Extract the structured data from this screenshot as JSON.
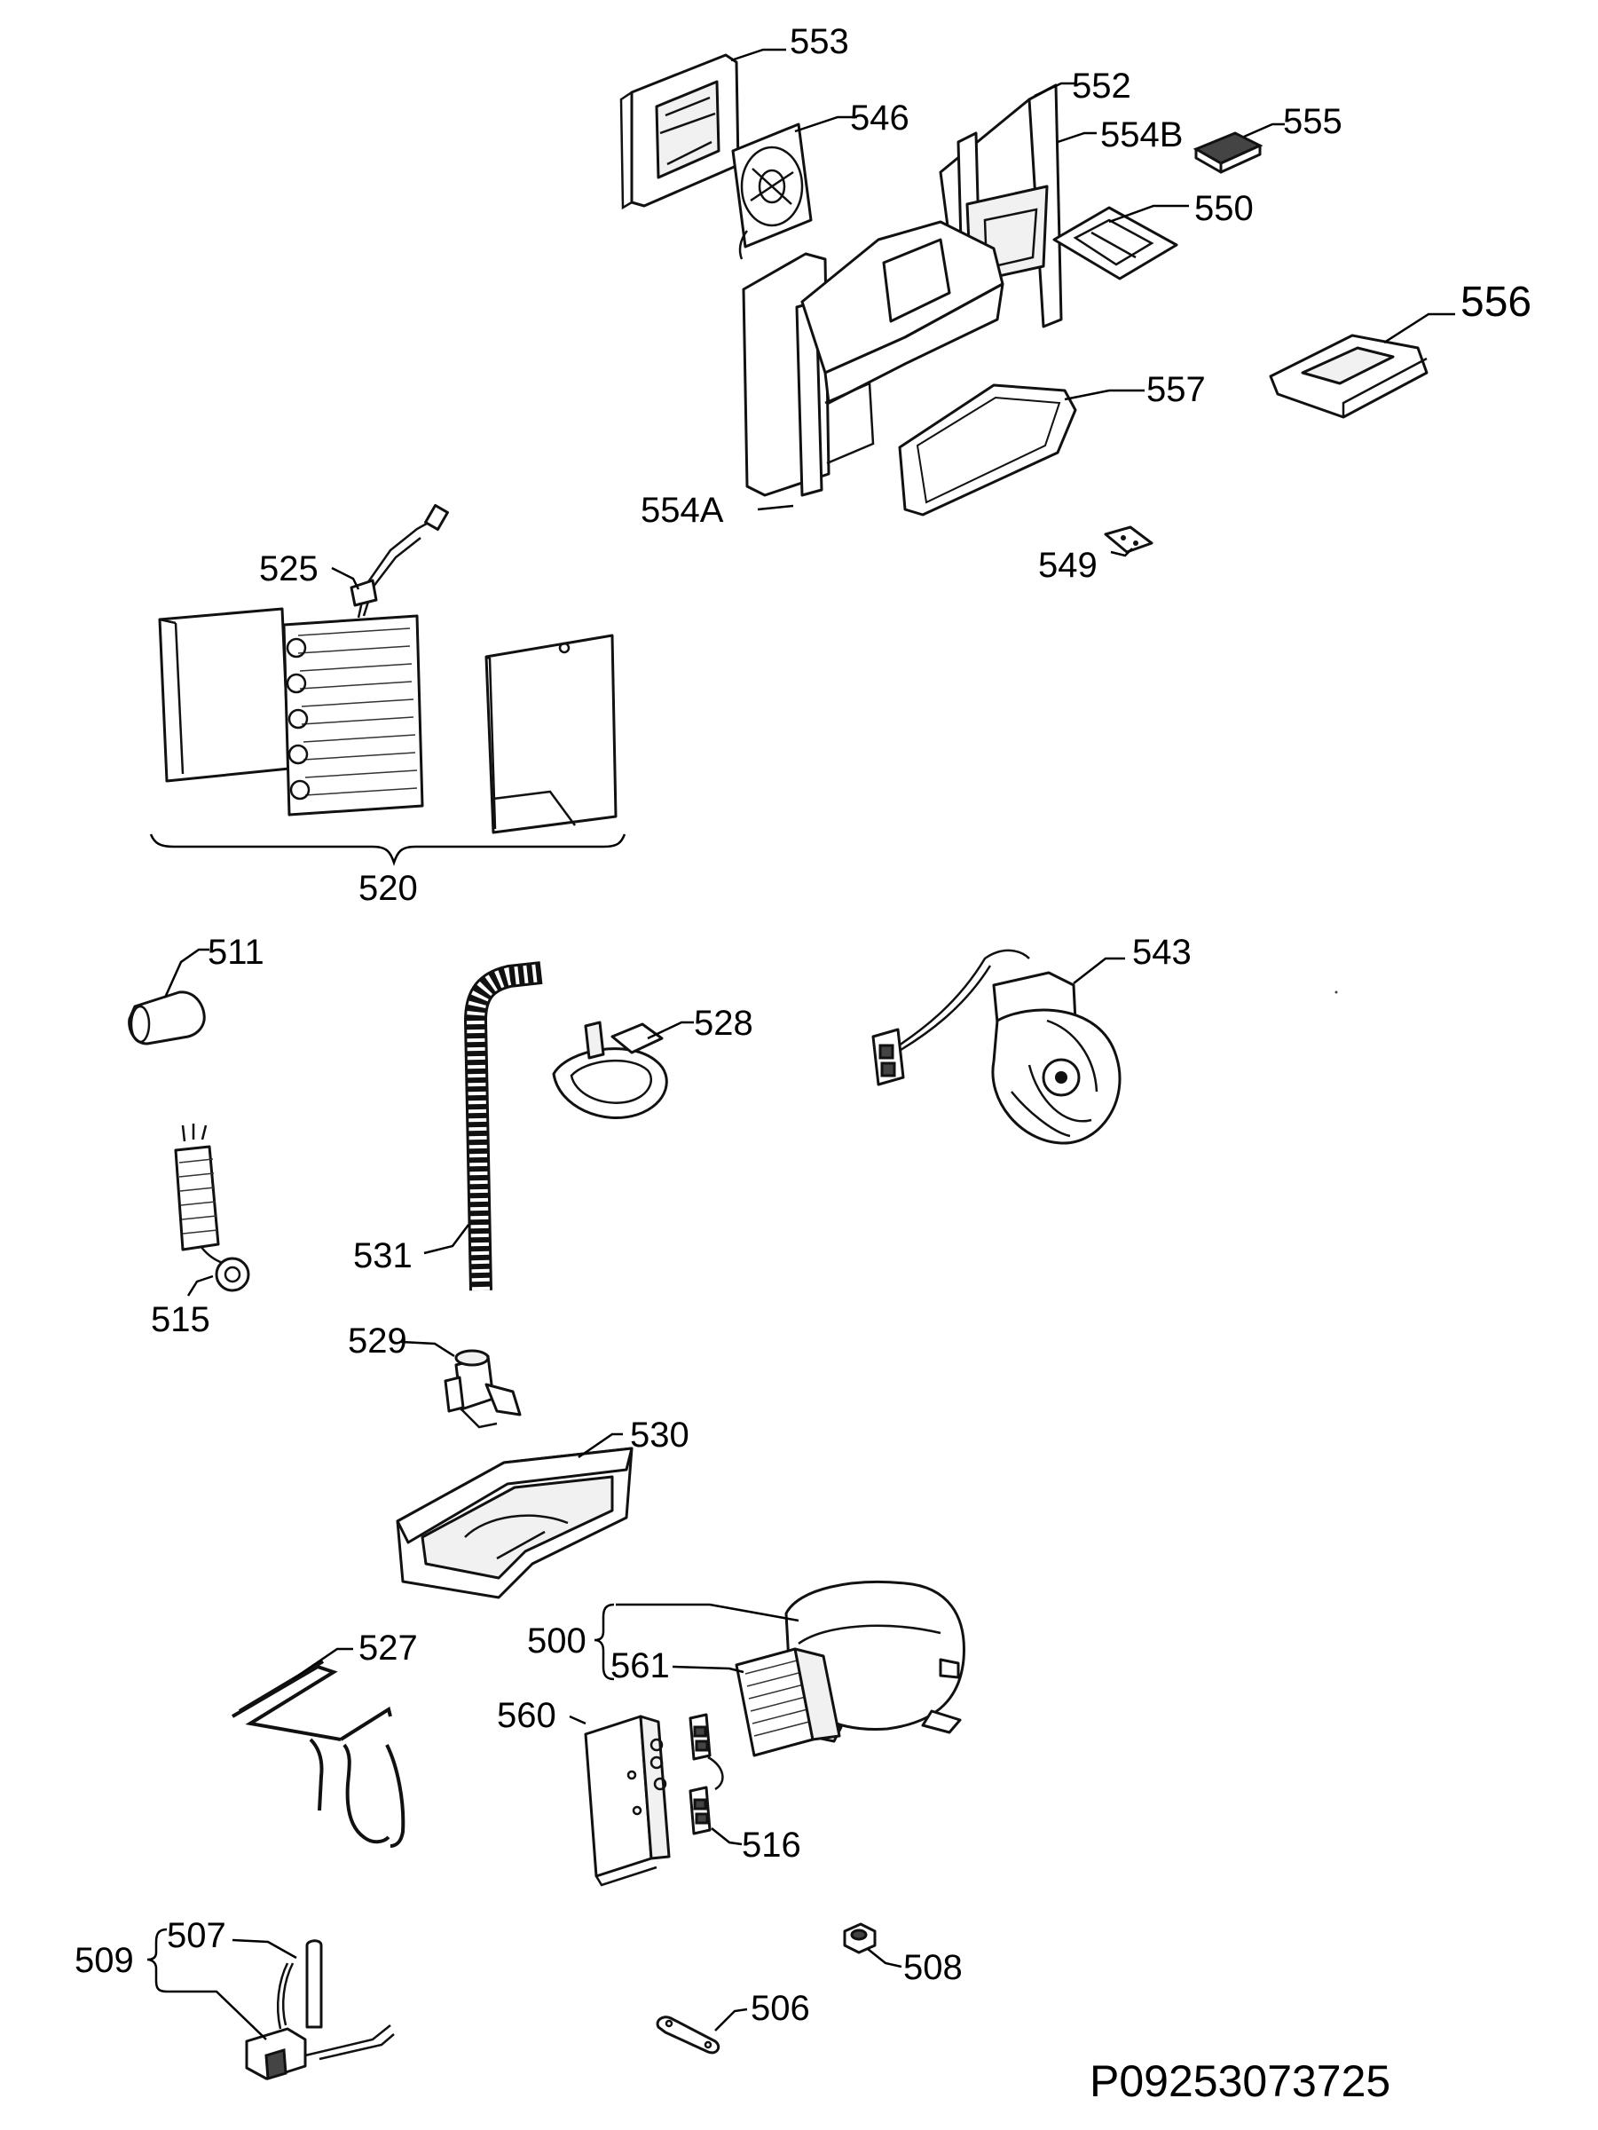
{
  "document_id": "P09253073725",
  "parts": [
    {
      "id": "p553",
      "number": "553"
    },
    {
      "id": "p546",
      "number": "546"
    },
    {
      "id": "p552",
      "number": "552"
    },
    {
      "id": "p554b",
      "number": "554B"
    },
    {
      "id": "p555",
      "number": "555"
    },
    {
      "id": "p550",
      "number": "550"
    },
    {
      "id": "p556",
      "number": "556"
    },
    {
      "id": "p557",
      "number": "557"
    },
    {
      "id": "p554a",
      "number": "554A"
    },
    {
      "id": "p549",
      "number": "549"
    },
    {
      "id": "p525",
      "number": "525"
    },
    {
      "id": "p520",
      "number": "520"
    },
    {
      "id": "p511",
      "number": "511"
    },
    {
      "id": "p528",
      "number": "528"
    },
    {
      "id": "p543",
      "number": "543"
    },
    {
      "id": "p531",
      "number": "531"
    },
    {
      "id": "p515",
      "number": "515"
    },
    {
      "id": "p529",
      "number": "529"
    },
    {
      "id": "p530",
      "number": "530"
    },
    {
      "id": "p500",
      "number": "500"
    },
    {
      "id": "p561",
      "number": "561"
    },
    {
      "id": "p527",
      "number": "527"
    },
    {
      "id": "p560",
      "number": "560"
    },
    {
      "id": "p516",
      "number": "516"
    },
    {
      "id": "p509",
      "number": "509"
    },
    {
      "id": "p507",
      "number": "507"
    },
    {
      "id": "p508",
      "number": "508"
    },
    {
      "id": "p506",
      "number": "506"
    }
  ]
}
